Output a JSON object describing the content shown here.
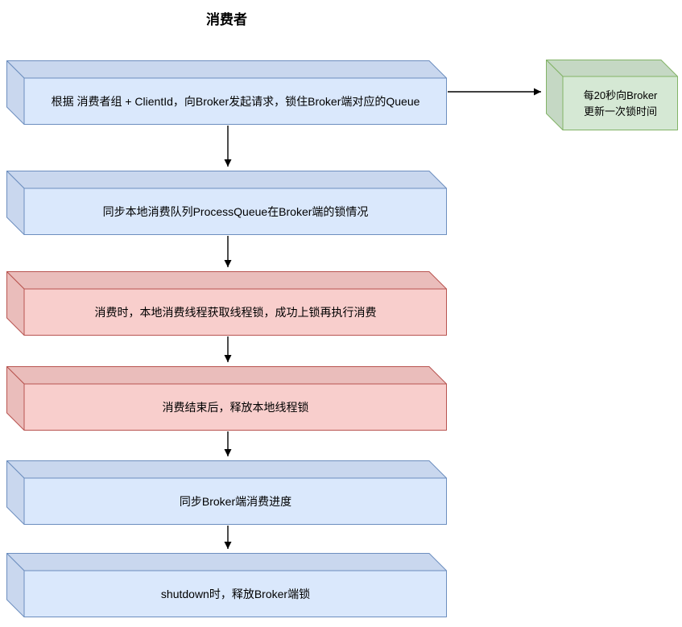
{
  "title": "消费者",
  "colors": {
    "background": "#ffffff",
    "text": "#000000",
    "arrow": "#000000",
    "blue_fill": "#dae8fc",
    "blue_side_fill": "#c9d7ee",
    "blue_stroke": "#6c8ebf",
    "red_fill": "#f8cecc",
    "red_side_fill": "#eabdbb",
    "red_stroke": "#b85450",
    "green_fill": "#d5e8d4",
    "green_side_fill": "#c5d8c4",
    "green_stroke": "#82b366"
  },
  "nodes": [
    {
      "id": "step-1",
      "color": "blue",
      "label": "根据 消费者组 + ClientId，向Broker发起请求，锁住Broker端对应的Queue"
    },
    {
      "id": "renew-lock",
      "color": "green",
      "label": "每20秒向Broker 更新一次锁时间",
      "label_lines": [
        "每20秒向Broker",
        "更新一次锁时间"
      ]
    },
    {
      "id": "step-2",
      "color": "blue",
      "label": "同步本地消费队列ProcessQueue在Broker端的锁情况"
    },
    {
      "id": "step-3",
      "color": "red",
      "label": "消费时，本地消费线程获取线程锁，成功上锁再执行消费"
    },
    {
      "id": "step-4",
      "color": "red",
      "label": "消费结束后，释放本地线程锁"
    },
    {
      "id": "step-5",
      "color": "blue",
      "label": "同步Broker端消费进度"
    },
    {
      "id": "step-6",
      "color": "blue",
      "label": "shutdown时，释放Broker端锁"
    }
  ],
  "edges": [
    {
      "from": "step-1",
      "to": "renew-lock"
    },
    {
      "from": "step-1",
      "to": "step-2"
    },
    {
      "from": "step-2",
      "to": "step-3"
    },
    {
      "from": "step-3",
      "to": "step-4"
    },
    {
      "from": "step-4",
      "to": "step-5"
    },
    {
      "from": "step-5",
      "to": "step-6"
    }
  ]
}
